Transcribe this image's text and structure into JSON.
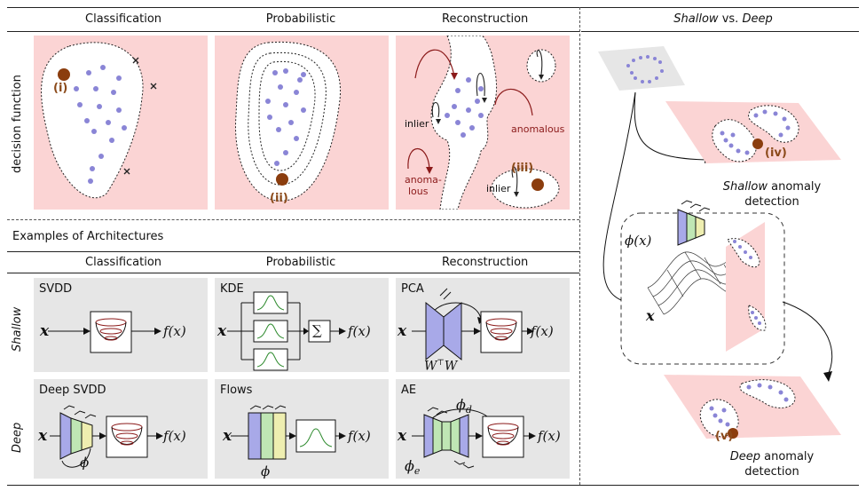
{
  "top": {
    "columns": [
      "Classification",
      "Probabilistic",
      "Reconstruction"
    ],
    "row_label": "decision function",
    "markers": {
      "i": "(i)",
      "ii": "(ii)",
      "iii": "(iii)"
    },
    "labels": {
      "inlier1": "inlier",
      "inlier2": "inlier",
      "anomalous1": "anomalous",
      "anomalous2a": "anoma-",
      "anomalous2b": "lous"
    }
  },
  "right": {
    "title_italic": "Shallow",
    "title_rest": " vs. ",
    "title_italic2": "Deep",
    "shallow_caption_italic": "Shallow",
    "shallow_caption_rest": " anomaly",
    "shallow_caption_line2": "detection",
    "deep_caption_italic": "Deep",
    "deep_caption_rest": " anomaly",
    "deep_caption_line2": "detection",
    "marker_iv": "(iv)",
    "marker_v": "(v)",
    "phi_label": "ϕ(x)",
    "x_label": "x"
  },
  "arch": {
    "section_title": "Examples of Architectures",
    "columns": [
      "Classification",
      "Probabilistic",
      "Reconstruction"
    ],
    "row_shallow": "Shallow",
    "row_deep": "Deep",
    "boxes": {
      "svdd": "SVDD",
      "kde": "KDE",
      "pca": "PCA",
      "deep_svdd": "Deep SVDD",
      "flows": "Flows",
      "ae": "AE"
    },
    "math": {
      "x": "x",
      "fx": "f(x)",
      "sum": "∑",
      "wtw": "W",
      "wtw_sup": "⊤",
      "wtw2": "W",
      "phi": "ϕ",
      "phi_d": "ϕ",
      "phi_d_sub": "d",
      "phi_e": "ϕ",
      "phi_e_sub": "e"
    }
  },
  "colors": {
    "pink": "#fbd4d4",
    "gray": "#e6e6e6",
    "dot": "#8a85d6",
    "brown": "#8b3d0e",
    "brown_text": "#8b4a1a",
    "darkred": "#8b1a1a",
    "enc_blue": "#a8a9e8",
    "enc_green": "#bfe6b4",
    "enc_yellow": "#eeeeb0"
  }
}
